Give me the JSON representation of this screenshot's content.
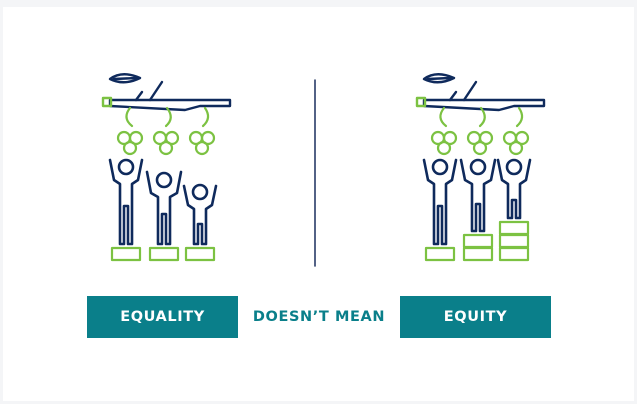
{
  "labels": {
    "left": "EQUALITY",
    "middle": "DOESN’T MEAN",
    "right": "EQUITY"
  },
  "colors": {
    "navy": "#0f2a5c",
    "green": "#7cc242",
    "teal": "#0a7f8a",
    "divider": "#1a2f5e"
  },
  "panels": [
    {
      "name": "equality",
      "people": [
        {
          "height": "tall",
          "boxes": 1
        },
        {
          "height": "medium",
          "boxes": 1
        },
        {
          "height": "short",
          "boxes": 1
        }
      ]
    },
    {
      "name": "equity",
      "people": [
        {
          "height": "tall",
          "boxes": 1
        },
        {
          "height": "medium",
          "boxes": 2
        },
        {
          "height": "short",
          "boxes": 3
        }
      ]
    }
  ]
}
